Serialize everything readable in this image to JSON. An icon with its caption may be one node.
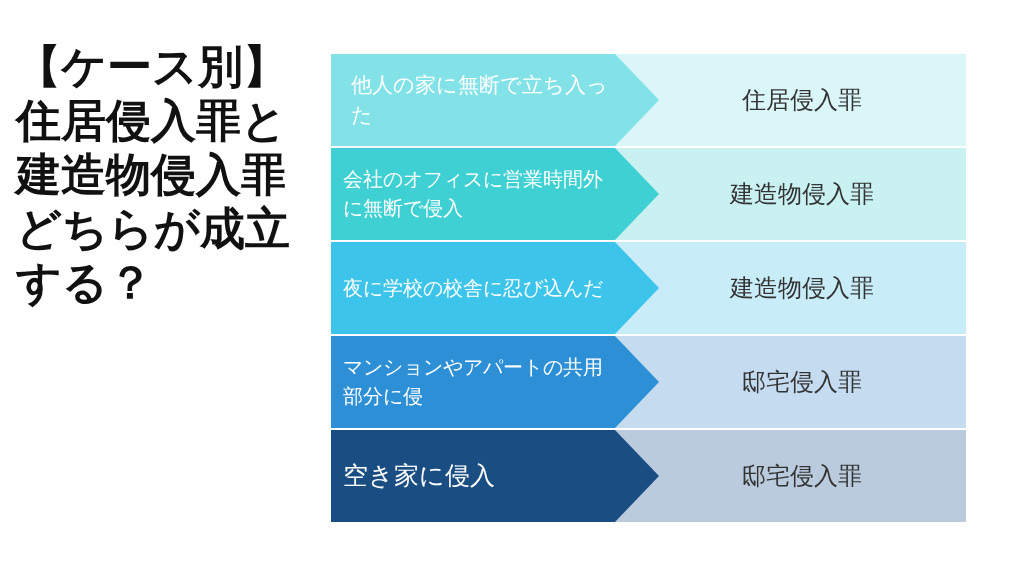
{
  "diagram": {
    "title": "【ケース別】住居侵入罪と建造物侵入罪どちらが成立する？",
    "nodes": [
      {
        "text": [
          "他人の家に無断で立ち入った"
        ]
      },
      {
        "text": [
          "住居侵入罪"
        ]
      },
      {
        "text": [
          "会社のオフィスに営業時間外に無断で侵入"
        ]
      },
      {
        "text": [
          "建造物侵入罪"
        ]
      },
      {
        "text": [
          "夜に学校の校舎に忍び込んだ"
        ]
      },
      {
        "text": [
          "建造物侵入罪"
        ]
      },
      {
        "text": [
          "マンションやアパートの共用部分に侵"
        ]
      },
      {
        "text": [
          "邸宅侵入罪"
        ]
      },
      {
        "text": [
          "空き家に侵入"
        ]
      },
      {
        "text": [
          "邸宅侵入罪"
        ]
      }
    ]
  }
}
